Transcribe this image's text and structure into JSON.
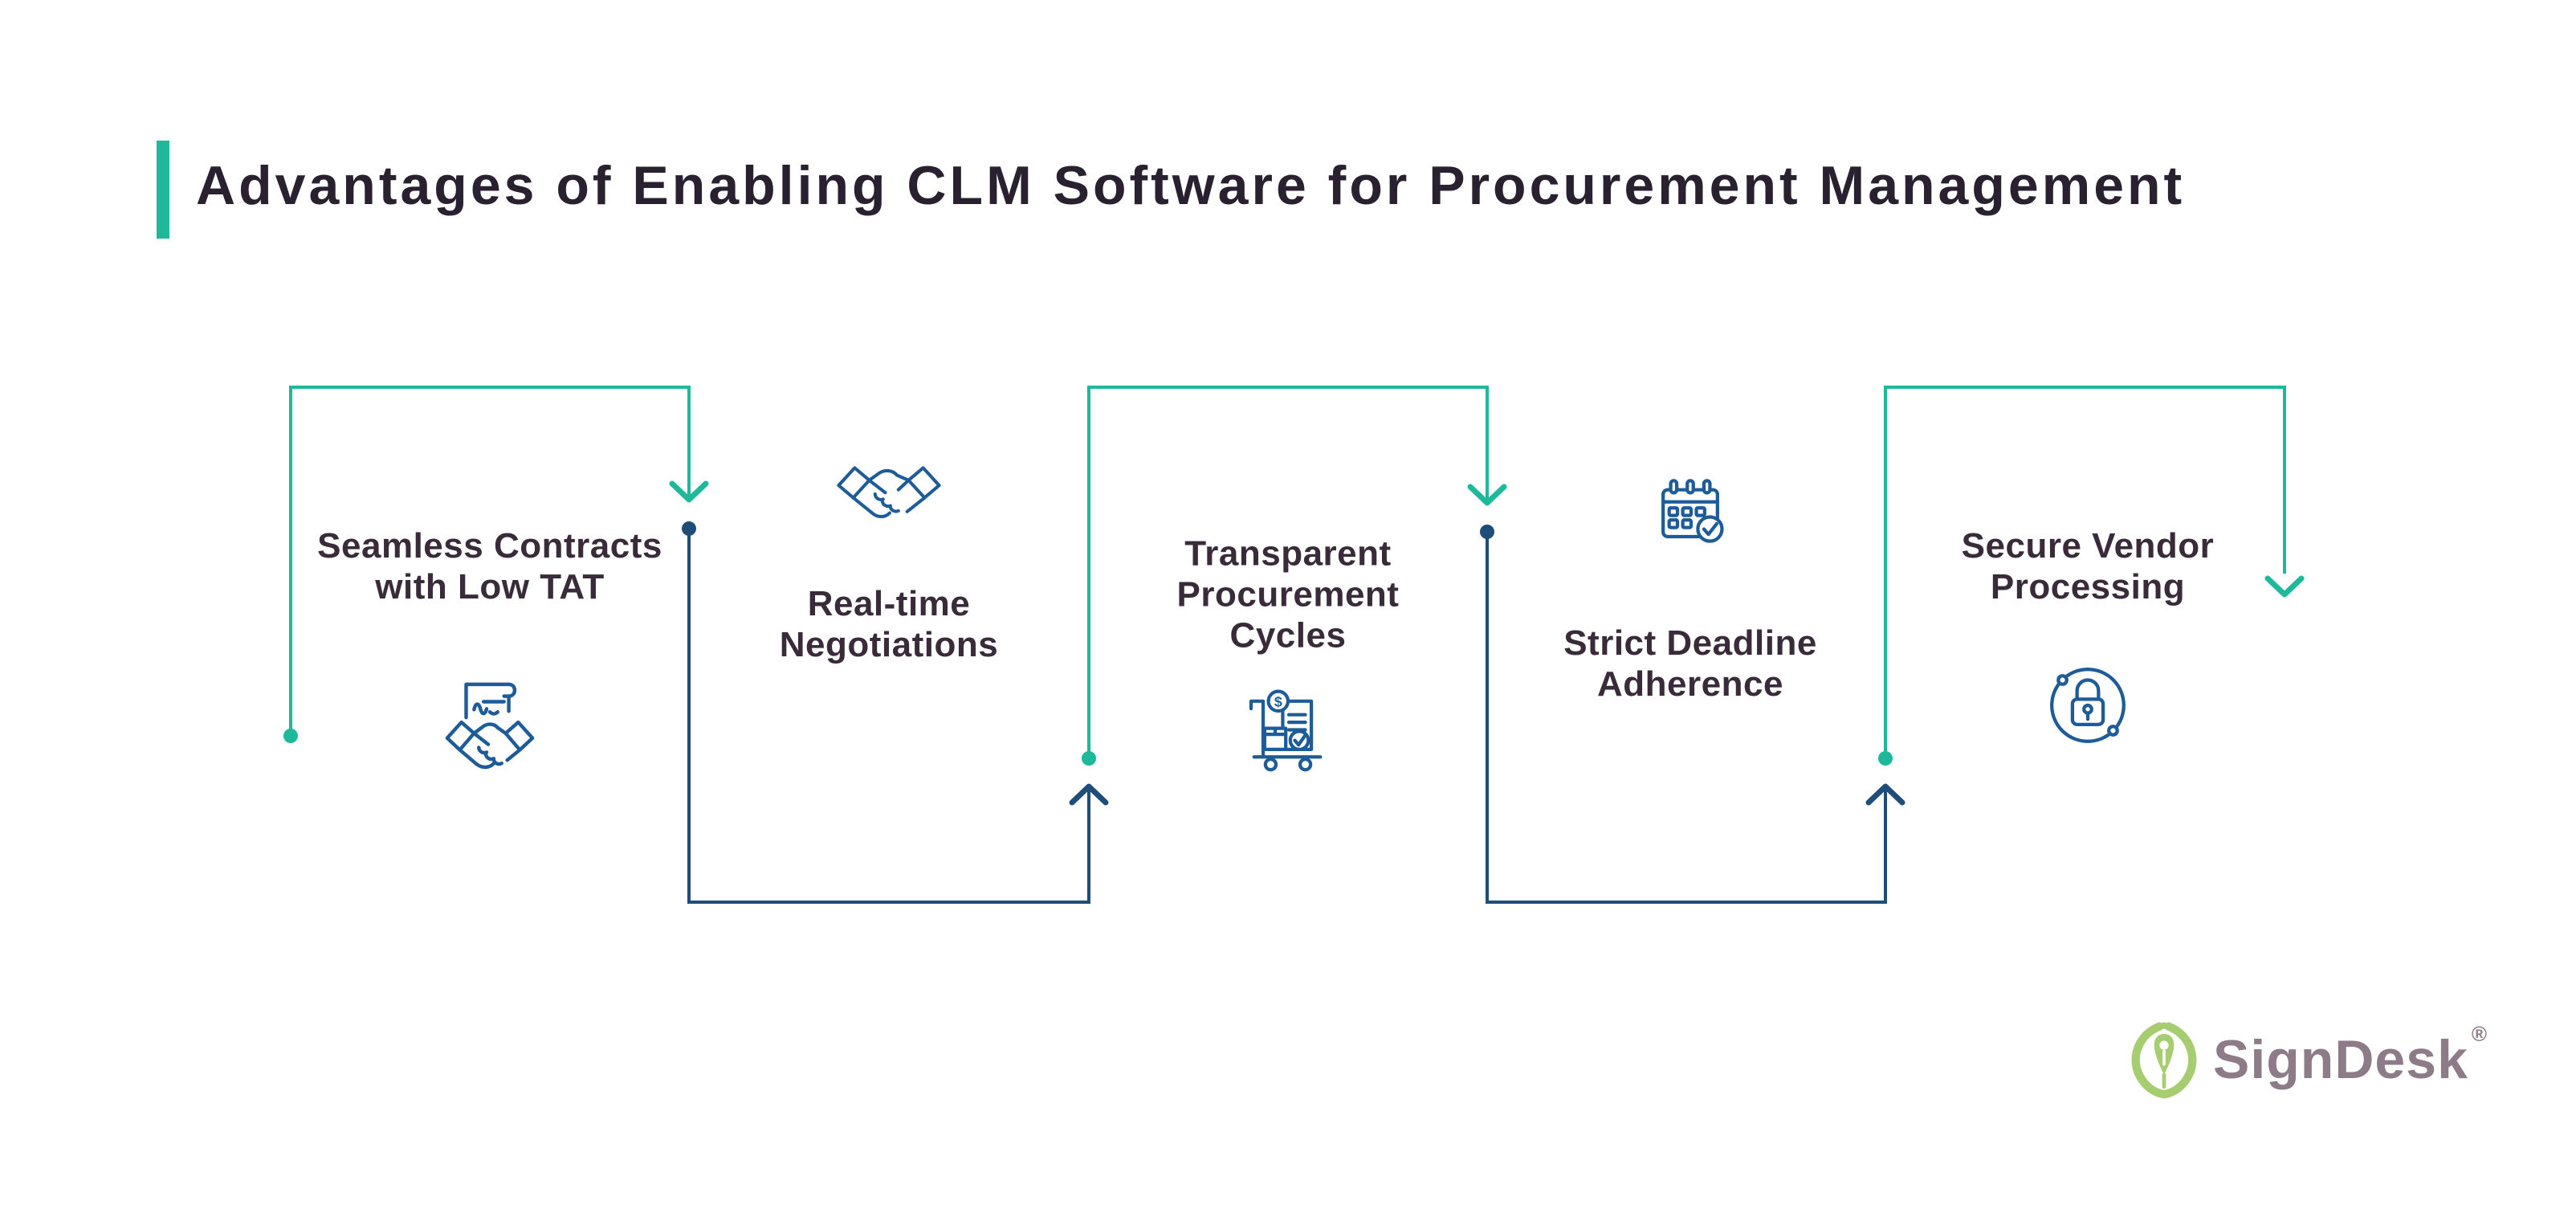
{
  "title": "Advantages of Enabling CLM Software for Procurement Management",
  "colors": {
    "teal": "#1eb89b",
    "navy": "#1f4d7a",
    "icon-blue": "#1e5c99",
    "title-text": "#2a2130",
    "label-text": "#3a2b3a",
    "logo-text": "#8d7b87",
    "logo-green": "#a6ce71",
    "background": "#ffffff"
  },
  "flow": {
    "direction": "left-to-right zigzag with alternating teal down-arrows and navy up-arrows",
    "steps": [
      {
        "order": 1,
        "lines": [
          "Seamless Contracts",
          "with Low TAT"
        ],
        "icon": "contract-signing-handshake-icon"
      },
      {
        "order": 2,
        "lines": [
          "Real-time",
          "Negotiations"
        ],
        "icon": "handshake-icon"
      },
      {
        "order": 3,
        "lines": [
          "Transparent",
          "Procurement",
          "Cycles"
        ],
        "icon": "procurement-cart-invoice-icon",
        "icon_glyph": "$"
      },
      {
        "order": 4,
        "lines": [
          "Strict Deadline",
          "Adherence"
        ],
        "icon": "calendar-check-icon"
      },
      {
        "order": 5,
        "lines": [
          "Secure Vendor",
          "Processing"
        ],
        "icon": "secure-lock-orbit-icon"
      }
    ]
  },
  "logo": {
    "brand": "SignDesk",
    "registered": "®",
    "icon": "signdesk-leaf-pen-icon"
  }
}
